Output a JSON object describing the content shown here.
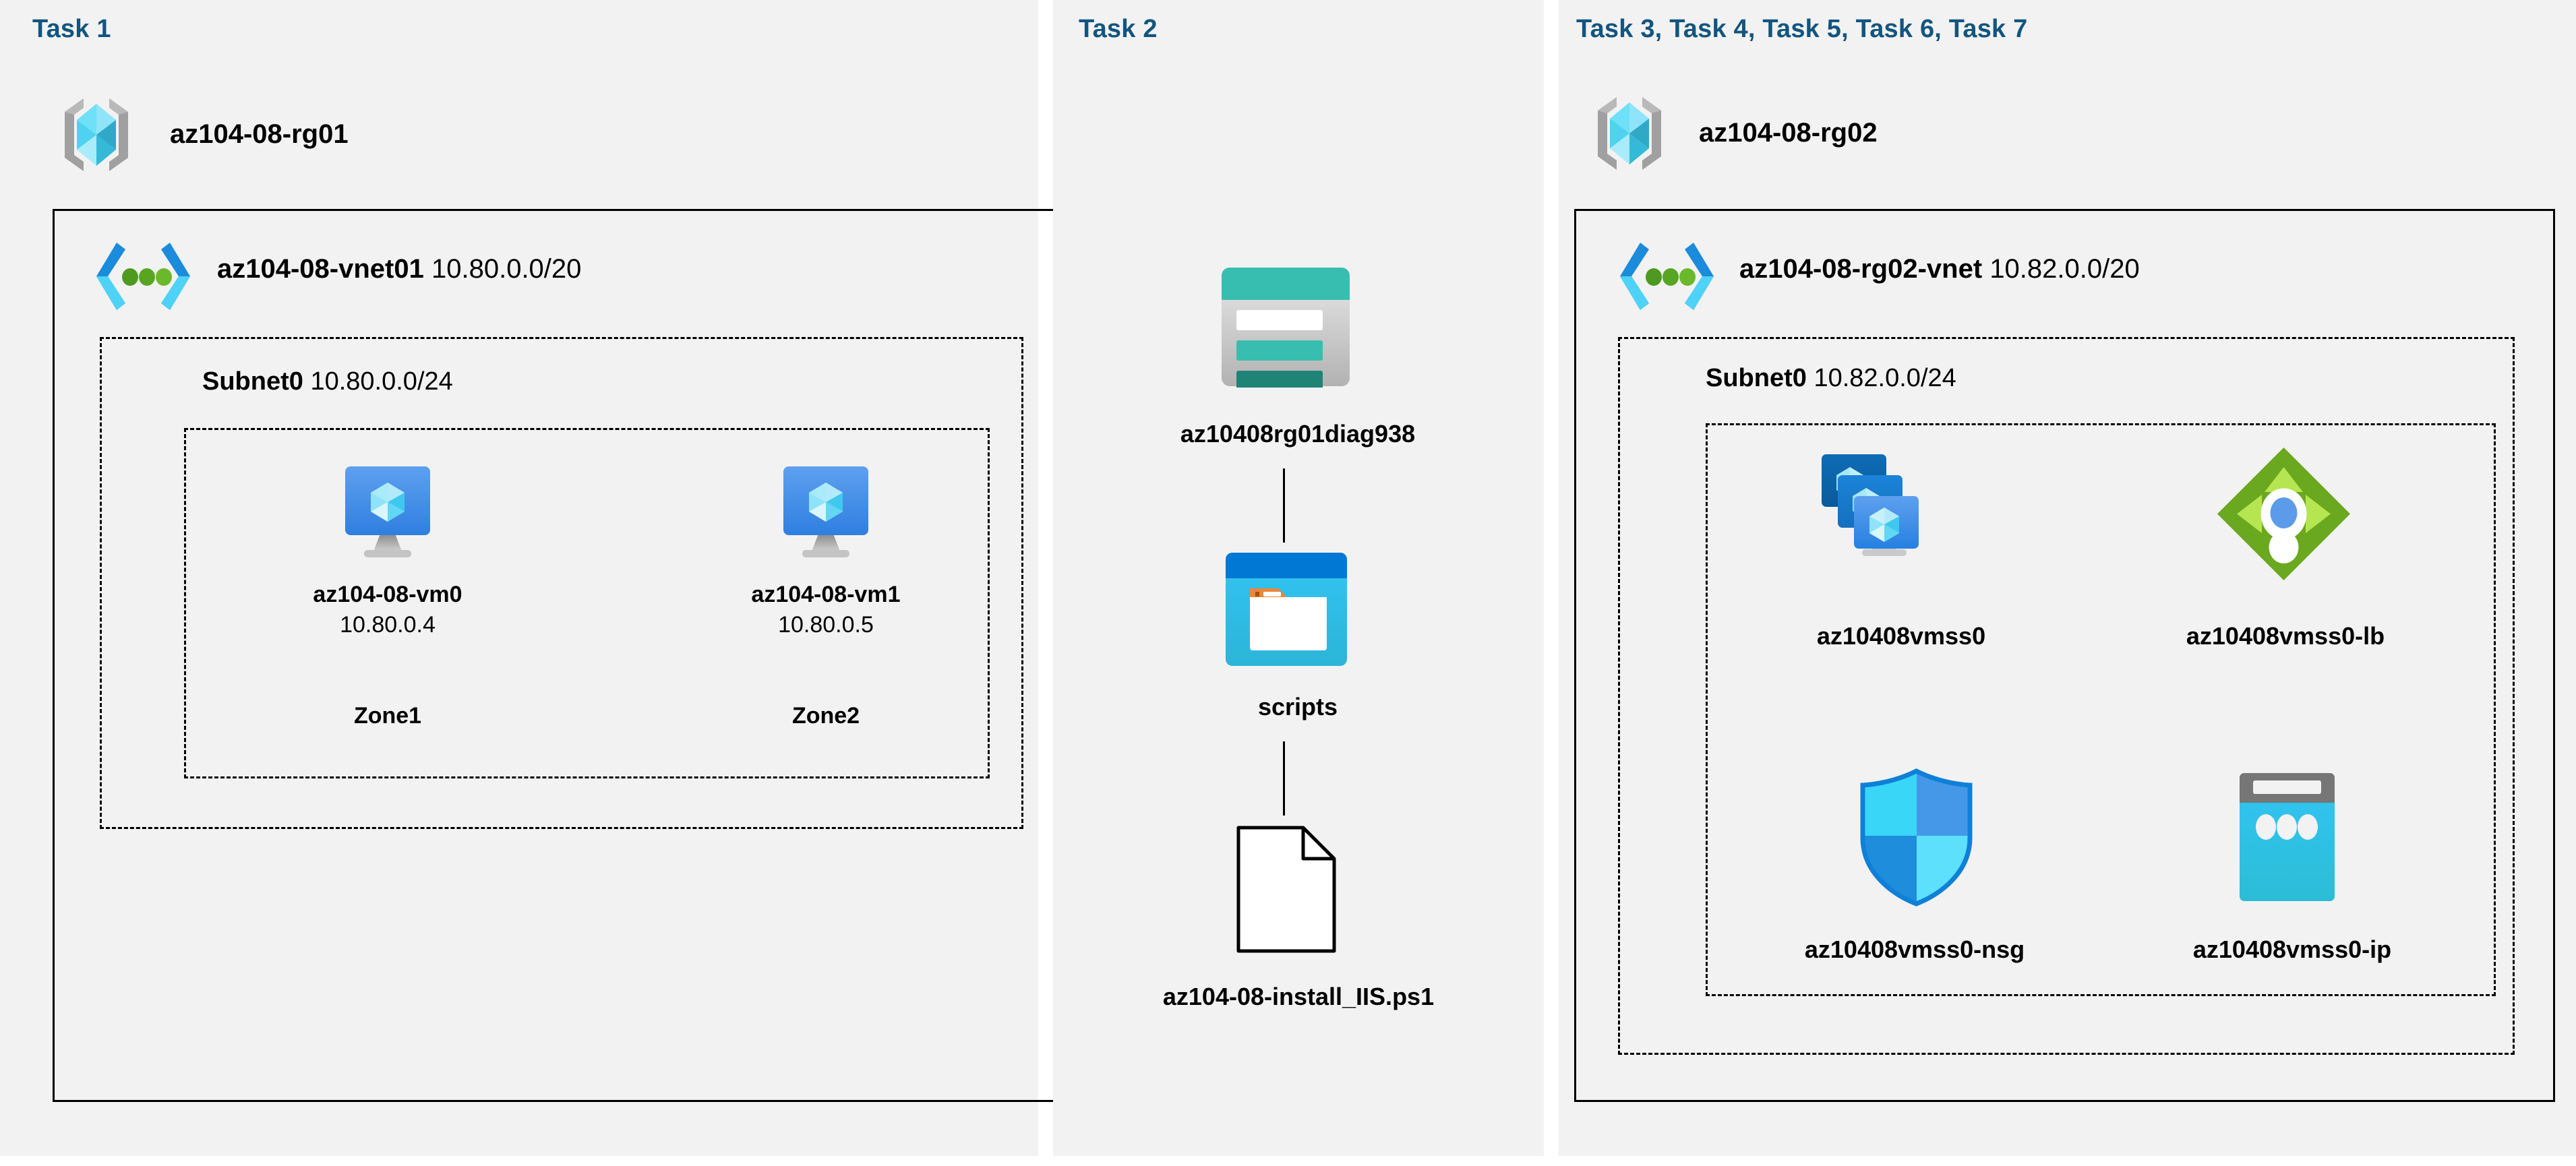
{
  "diagram": {
    "title_color": "#12557f",
    "panel_bg": "#f2f2f2",
    "sections": [
      {
        "label": "Task 1"
      },
      {
        "label": "Task 2"
      },
      {
        "label": "Task 3, Task 4, Task 5, Task 6, Task 7"
      }
    ]
  },
  "task1": {
    "resource_group": {
      "name": "az104-08-rg01",
      "icon": "resource-group-icon"
    },
    "vnet": {
      "name": "az104-08-vnet01",
      "cidr": "10.80.0.0/20",
      "icon": "virtual-network-icon"
    },
    "subnet": {
      "name": "Subnet0",
      "cidr": "10.80.0.0/24"
    },
    "vms": [
      {
        "name": "az104-08-vm0",
        "ip": "10.80.0.4",
        "zone": "Zone1",
        "icon": "virtual-machine-icon"
      },
      {
        "name": "az104-08-vm1",
        "ip": "10.80.0.5",
        "zone": "Zone2",
        "icon": "virtual-machine-icon"
      }
    ]
  },
  "task2": {
    "storage_account": {
      "name": "az10408rg01diag938",
      "icon": "storage-account-icon"
    },
    "container": {
      "name": "scripts",
      "icon": "blob-container-icon"
    },
    "file": {
      "name": "az104-08-install_IIS.ps1",
      "icon": "file-icon"
    }
  },
  "task3to7": {
    "resource_group": {
      "name": "az104-08-rg02",
      "icon": "resource-group-icon"
    },
    "vnet": {
      "name": "az104-08-rg02-vnet",
      "cidr": "10.82.0.0/20",
      "icon": "virtual-network-icon"
    },
    "subnet": {
      "name": "Subnet0",
      "cidr": "10.82.0.0/24"
    },
    "resources": [
      {
        "name": "az10408vmss0",
        "icon": "vm-scale-set-icon"
      },
      {
        "name": "az10408vmss0-lb",
        "icon": "load-balancer-icon"
      },
      {
        "name": "az10408vmss0-nsg",
        "icon": "network-security-group-icon"
      },
      {
        "name": "az10408vmss0-ip",
        "icon": "public-ip-address-icon"
      }
    ]
  },
  "colors": {
    "task_title": "#12557f",
    "panel": "#f2f2f2",
    "border": "#000000",
    "storage_teal": "#37beb0",
    "blob_blue": "#0078d4",
    "lb_green": "#6aa81f",
    "vm_blue": "#3b8fe8",
    "ip_cyan": "#32bedd"
  }
}
